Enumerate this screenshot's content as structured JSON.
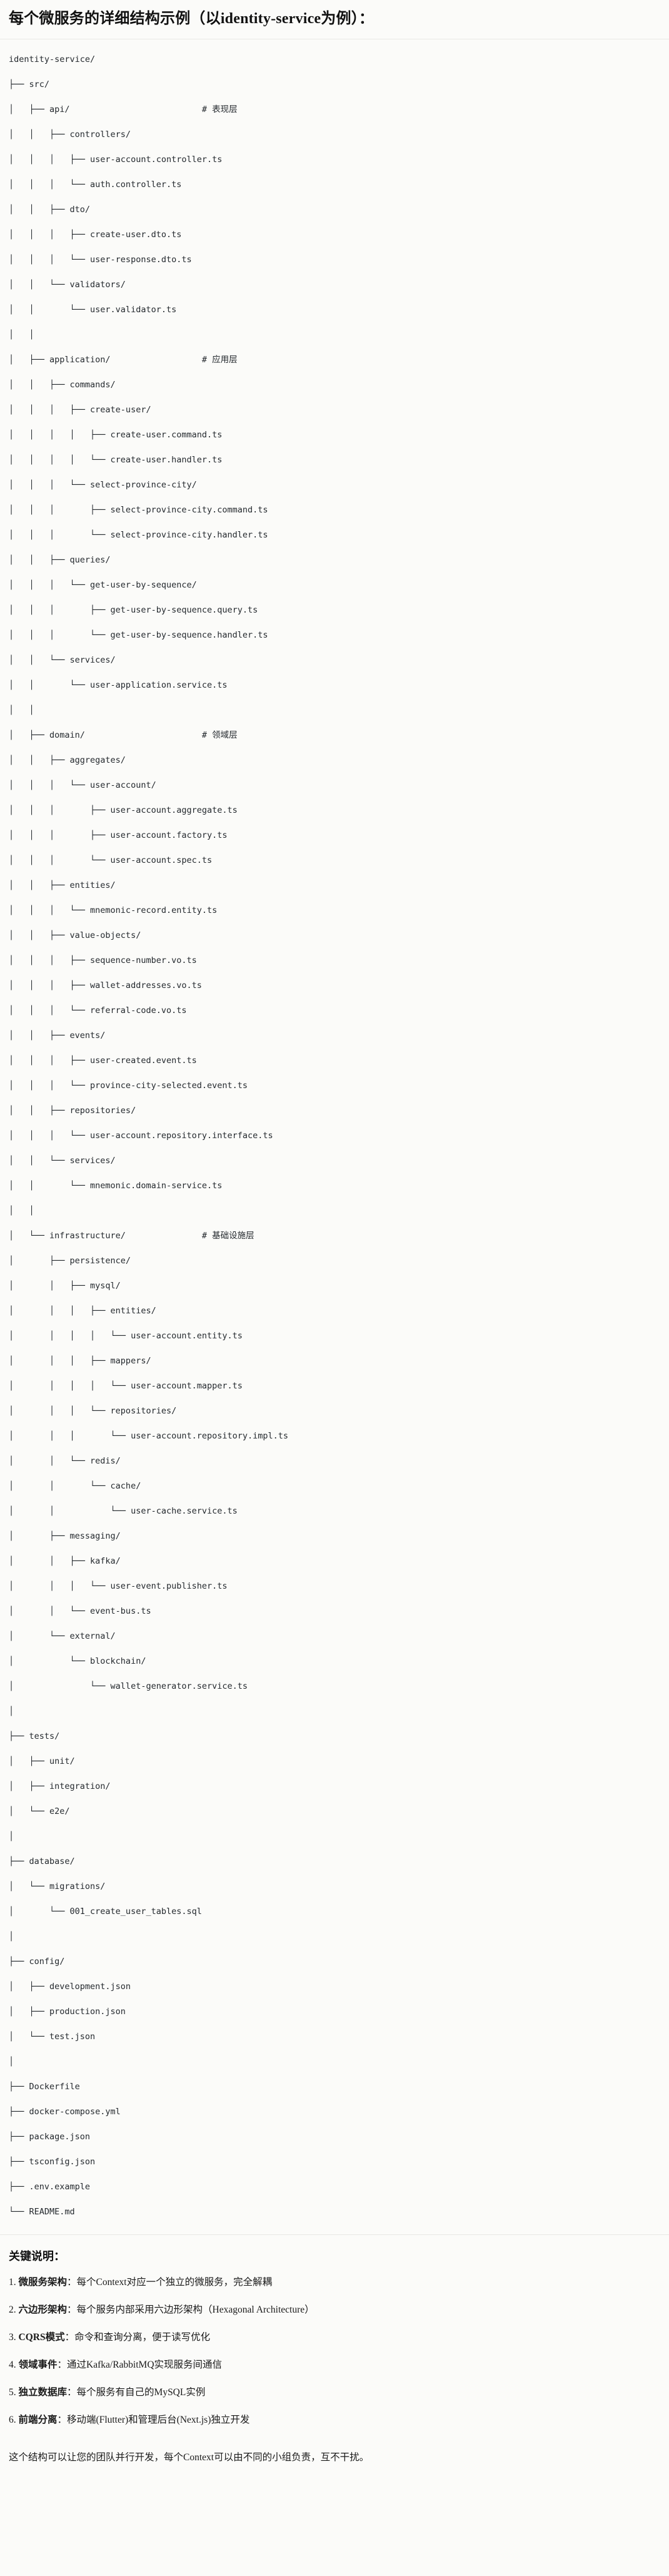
{
  "header": {
    "title": "每个微服务的详细结构示例（以identity-service为例）："
  },
  "tree": {
    "root": "identity-service/",
    "lines": [
      "identity-service/",
      "├── src/",
      "│   ├── api/                          # 表现层",
      "│   │   ├── controllers/",
      "│   │   │   ├── user-account.controller.ts",
      "│   │   │   └── auth.controller.ts",
      "│   │   ├── dto/",
      "│   │   │   ├── create-user.dto.ts",
      "│   │   │   └── user-response.dto.ts",
      "│   │   └── validators/",
      "│   │       └── user.validator.ts",
      "│   │",
      "│   ├── application/                  # 应用层",
      "│   │   ├── commands/",
      "│   │   │   ├── create-user/",
      "│   │   │   │   ├── create-user.command.ts",
      "│   │   │   │   └── create-user.handler.ts",
      "│   │   │   └── select-province-city/",
      "│   │   │       ├── select-province-city.command.ts",
      "│   │   │       └── select-province-city.handler.ts",
      "│   │   ├── queries/",
      "│   │   │   └── get-user-by-sequence/",
      "│   │   │       ├── get-user-by-sequence.query.ts",
      "│   │   │       └── get-user-by-sequence.handler.ts",
      "│   │   └── services/",
      "│   │       └── user-application.service.ts",
      "│   │",
      "│   ├── domain/                       # 领域层",
      "│   │   ├── aggregates/",
      "│   │   │   └── user-account/",
      "│   │   │       ├── user-account.aggregate.ts",
      "│   │   │       ├── user-account.factory.ts",
      "│   │   │       └── user-account.spec.ts",
      "│   │   ├── entities/",
      "│   │   │   └── mnemonic-record.entity.ts",
      "│   │   ├── value-objects/",
      "│   │   │   ├── sequence-number.vo.ts",
      "│   │   │   ├── wallet-addresses.vo.ts",
      "│   │   │   └── referral-code.vo.ts",
      "│   │   ├── events/",
      "│   │   │   ├── user-created.event.ts",
      "│   │   │   └── province-city-selected.event.ts",
      "│   │   ├── repositories/",
      "│   │   │   └── user-account.repository.interface.ts",
      "│   │   └── services/",
      "│   │       └── mnemonic.domain-service.ts",
      "│   │",
      "│   └── infrastructure/               # 基础设施层",
      "│       ├── persistence/",
      "│       │   ├── mysql/",
      "│       │   │   ├── entities/",
      "│       │   │   │   └── user-account.entity.ts",
      "│       │   │   ├── mappers/",
      "│       │   │   │   └── user-account.mapper.ts",
      "│       │   │   └── repositories/",
      "│       │   │       └── user-account.repository.impl.ts",
      "│       │   └── redis/",
      "│       │       └── cache/",
      "│       │           └── user-cache.service.ts",
      "│       ├── messaging/",
      "│       │   ├── kafka/",
      "│       │   │   └── user-event.publisher.ts",
      "│       │   └── event-bus.ts",
      "│       └── external/",
      "│           └── blockchain/",
      "│               └── wallet-generator.service.ts",
      "│",
      "├── tests/",
      "│   ├── unit/",
      "│   ├── integration/",
      "│   └── e2e/",
      "│",
      "├── database/",
      "│   └── migrations/",
      "│       └── 001_create_user_tables.sql",
      "│",
      "├── config/",
      "│   ├── development.json",
      "│   ├── production.json",
      "│   └── test.json",
      "│",
      "├── Dockerfile",
      "├── docker-compose.yml",
      "├── package.json",
      "├── tsconfig.json",
      "├── .env.example",
      "└── README.md"
    ],
    "layer_comments": [
      "# 表现层",
      "# 应用层",
      "# 领域层",
      "# 基础设施层"
    ]
  },
  "notes": {
    "heading": "关键说明：",
    "items": [
      {
        "index": "1.",
        "term": "微服务架构",
        "sep": "：",
        "text": "每个Context对应一个独立的微服务，完全解耦"
      },
      {
        "index": "2.",
        "term": "六边形架构",
        "sep": "：",
        "text": "每个服务内部采用六边形架构（Hexagonal Architecture）"
      },
      {
        "index": "3.",
        "term": "CQRS模式",
        "sep": "：",
        "text": "命令和查询分离，便于读写优化"
      },
      {
        "index": "4.",
        "term": "领域事件",
        "sep": "：",
        "text": "通过Kafka/RabbitMQ实现服务间通信"
      },
      {
        "index": "5.",
        "term": "独立数据库",
        "sep": "：",
        "text": "每个服务有自己的MySQL实例"
      },
      {
        "index": "6.",
        "term": "前端分离",
        "sep": "：",
        "text": "移动端(Flutter)和管理后台(Next.js)独立开发"
      }
    ],
    "outro": "这个结构可以让您的团队并行开发，每个Context可以由不同的小组负责，互不干扰。"
  },
  "colors": {
    "background": "#fbfbf9",
    "text": "#1a1a1a",
    "code_text": "#24292e",
    "divider": "#e8e8e4"
  }
}
